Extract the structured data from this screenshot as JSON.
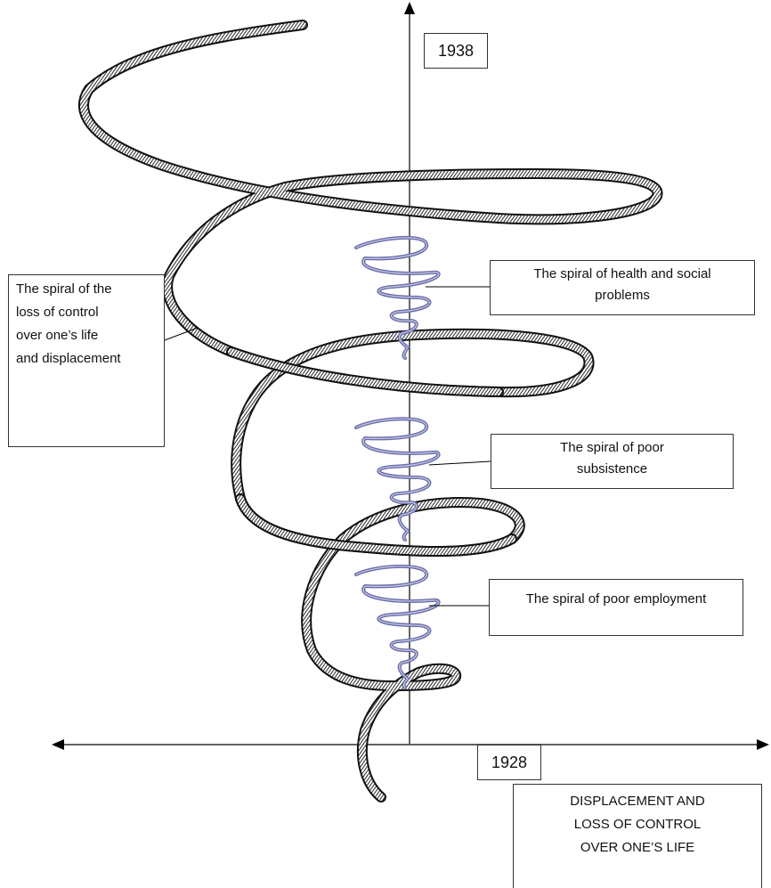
{
  "years": {
    "top": "1938",
    "bottom": "1928"
  },
  "labels": {
    "outer_spiral": [
      "The spiral of the",
      "loss of control",
      "over one’s life",
      "and displacement"
    ],
    "health_spiral": [
      "The spiral of health and social",
      "problems"
    ],
    "subsistence_spiral": [
      "The spiral of poor",
      "subsistence"
    ],
    "employment_spiral": [
      "The spiral of poor employment"
    ],
    "axis": [
      "DISPLACEMENT AND",
      "LOSS OF CONTROL",
      "OVER ONE’S LIFE"
    ]
  },
  "colors": {
    "outer_ribbon": "#1a1a1a",
    "inner_coil": "#6a6ea8",
    "axis": "#000000"
  }
}
